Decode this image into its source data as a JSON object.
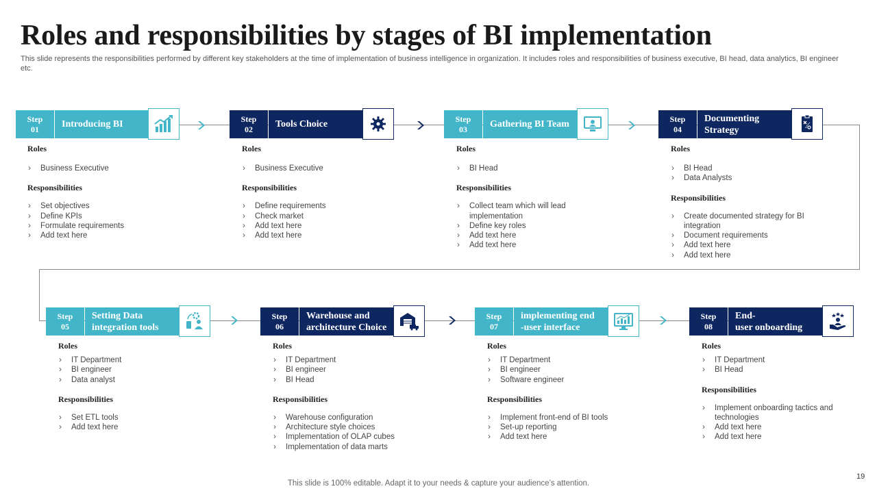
{
  "title": "Roles and responsibilities by stages of BI implementation",
  "subtitle": "This slide represents the responsibilities performed by different key stakeholders at the time of implementation of business intelligence in organization. It includes roles and responsibilities of business executive, BI head, data analytics, BI engineer etc.",
  "footer": "This slide is 100% editable. Adapt it to your needs & capture your audience’s attention.",
  "page_number": "19",
  "roles_heading": "Roles",
  "responsibilities_heading": "Responsibilities",
  "colors": {
    "light": "#43b5c9",
    "dark": "#0e2760"
  },
  "steps": [
    {
      "step": "Step\n01",
      "title": "Introducing BI",
      "icon": "growth-chart-icon",
      "theme": "light",
      "roles": [
        "Business Executive"
      ],
      "responsibilities": [
        "Set objectives",
        "Define KPIs",
        "Formulate requirements",
        "Add text here"
      ]
    },
    {
      "step": "Step\n02",
      "title": "Tools Choice",
      "icon": "gear-tools-icon",
      "theme": "dark",
      "roles": [
        "Business Executive"
      ],
      "responsibilities": [
        "Define requirements",
        "Check market",
        "Add text here",
        "Add text here"
      ]
    },
    {
      "step": "Step\n03",
      "title": "Gathering BI Team",
      "icon": "monitor-team-icon",
      "theme": "light",
      "roles": [
        "BI Head"
      ],
      "responsibilities": [
        "Collect team which will lead implementation",
        "Define key roles",
        "Add text here",
        "Add text here"
      ]
    },
    {
      "step": "Step\n04",
      "title": "Documenting\nStrategy",
      "icon": "clipboard-strategy-icon",
      "theme": "dark",
      "roles": [
        "BI Head",
        "Data Analysts"
      ],
      "responsibilities": [
        "Create documented strategy for BI integration",
        "Document requirements",
        "Add text here",
        "Add text here"
      ]
    },
    {
      "step": "Step\n05",
      "title": "Setting Data\nintegration tools",
      "icon": "integration-tools-icon",
      "theme": "light",
      "roles": [
        "IT Department",
        "BI engineer",
        "Data analyst"
      ],
      "responsibilities": [
        "Set ETL tools",
        "Add text here"
      ]
    },
    {
      "step": "Step\n06",
      "title": "Warehouse and\narchitecture Choice",
      "icon": "warehouse-icon",
      "theme": "dark",
      "roles": [
        "IT Department",
        "BI engineer",
        "BI Head"
      ],
      "responsibilities": [
        "Warehouse configuration",
        "Architecture style choices",
        "Implementation of OLAP cubes",
        "Implementation of data marts"
      ]
    },
    {
      "step": "Step\n07",
      "title": "implementing end\n-user interface",
      "icon": "dashboard-monitor-icon",
      "theme": "light",
      "roles": [
        "IT Department",
        "BI engineer",
        "Software engineer"
      ],
      "responsibilities": [
        "Implement front-end of BI tools",
        "Set-up reporting",
        "Add text here"
      ]
    },
    {
      "step": "Step\n08",
      "title": "End-\nuser onboarding",
      "icon": "hand-user-onboarding-icon",
      "theme": "dark",
      "roles": [
        "IT Department",
        "BI Head"
      ],
      "responsibilities": [
        "Implement onboarding tactics and technologies",
        "Add text here",
        "Add text here"
      ]
    }
  ]
}
